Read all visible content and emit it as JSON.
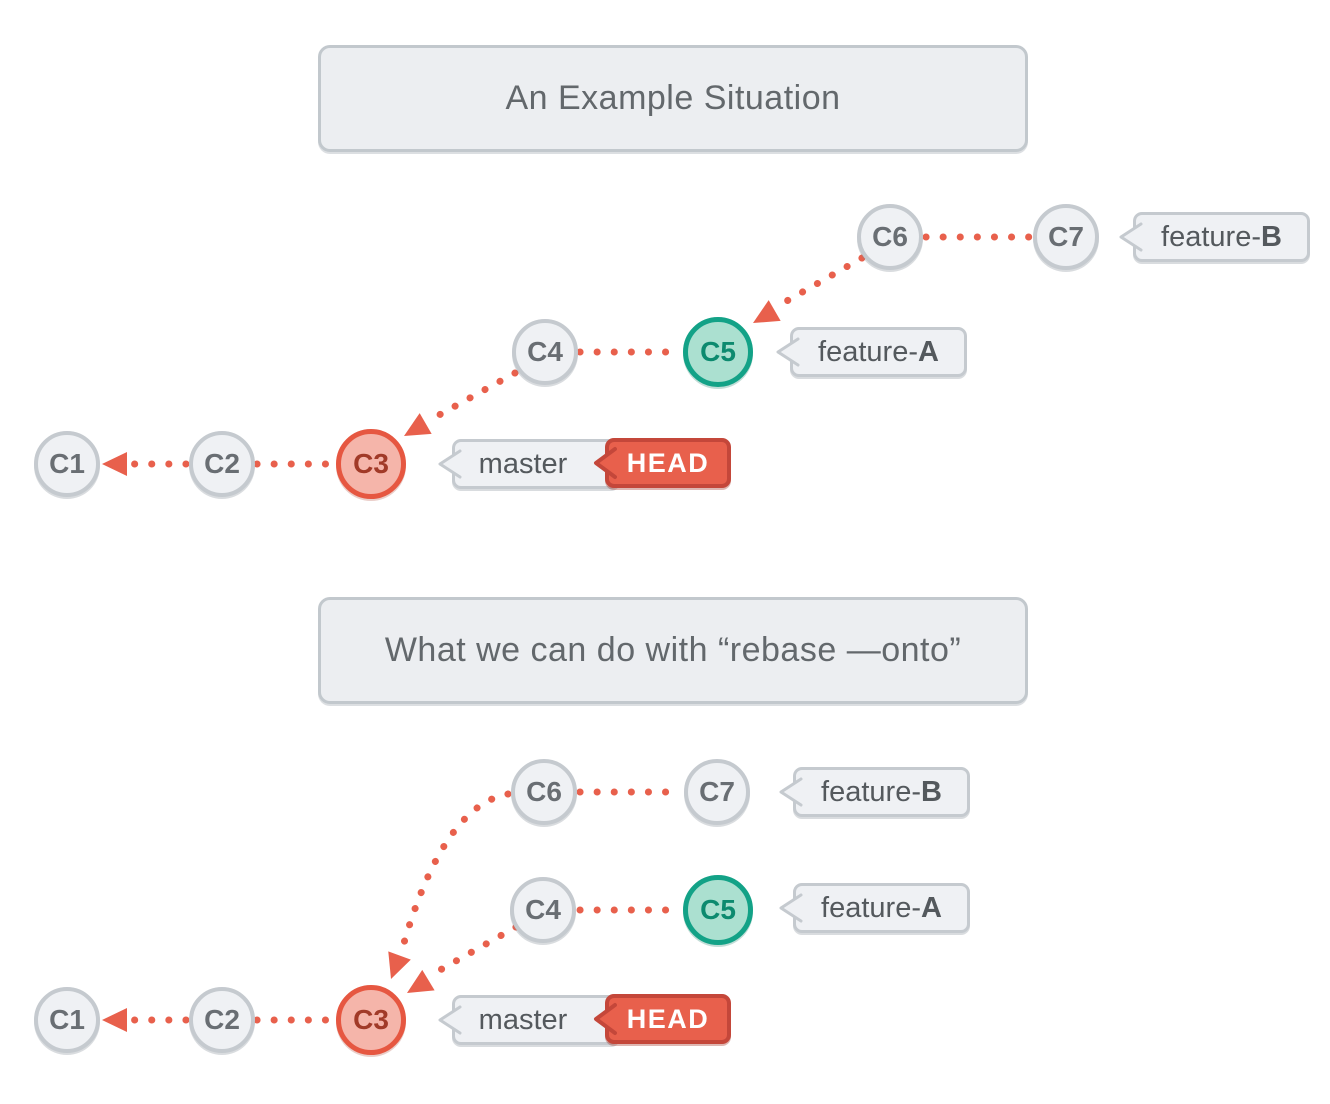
{
  "title1": "An Example Situation",
  "title2": "What we can do with “rebase —onto”",
  "palette": {
    "accent_coral": "#E8604C",
    "accent_coral_dark": "#C4473A",
    "accent_green_border": "#13A287",
    "accent_green_fill": "#ABE0D0",
    "accent_green_text": "#0D8A6F",
    "accent_red_border": "#E65741",
    "accent_red_fill": "#F5B5AA",
    "accent_red_text": "#A13A28",
    "node_gray_fill": "#EFF1F4",
    "node_gray_border": "#C5CACF",
    "node_gray_text": "#696E73",
    "label_text": "#54595D",
    "title_text": "#63686C",
    "head_text": "#FFFFFF"
  },
  "graph1": {
    "commits": {
      "c1": "C1",
      "c2": "C2",
      "c3": "C3",
      "c4": "C4",
      "c5": "C5",
      "c6": "C6",
      "c7": "C7"
    },
    "branch_feature_b": {
      "prefix": "feature-",
      "emph": "B"
    },
    "branch_feature_a": {
      "prefix": "feature-",
      "emph": "A"
    },
    "branch_master": "master",
    "head": "HEAD",
    "edges": [
      "C2→C1",
      "C3→C2",
      "C4→C3",
      "C5→C4",
      "C6→C5",
      "C7→C6"
    ]
  },
  "graph2": {
    "commits": {
      "c1": "C1",
      "c2": "C2",
      "c3": "C3",
      "c4": "C4",
      "c5": "C5",
      "c6": "C6",
      "c7": "C7"
    },
    "branch_feature_b": {
      "prefix": "feature-",
      "emph": "B"
    },
    "branch_feature_a": {
      "prefix": "feature-",
      "emph": "A"
    },
    "branch_master": "master",
    "head": "HEAD",
    "edges": [
      "C2→C1",
      "C3→C2",
      "C4→C3",
      "C5→C4",
      "C6→C3",
      "C7→C6"
    ]
  }
}
